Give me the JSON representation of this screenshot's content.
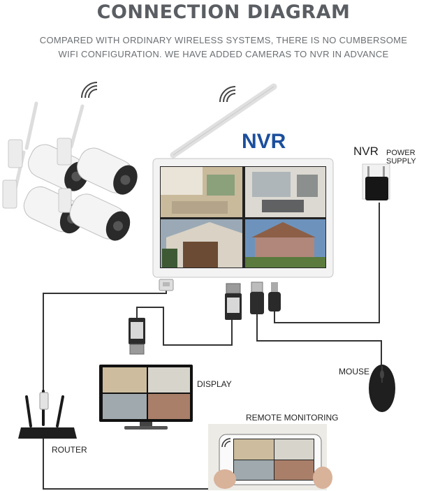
{
  "header": {
    "title": "CONNECTION DIAGRAM",
    "subtitle_line1": "COMPARED WITH ORDINARY WIRELESS SYSTEMS, THERE IS NO CUMBERSOME",
    "subtitle_line2": "WIFI CONFIGURATION. WE HAVE ADDED CAMERAS TO NVR IN ADVANCE"
  },
  "labels": {
    "nvr": "NVR",
    "nvr_power_prefix": "NVR",
    "power_supply": "POWER SUPPLY",
    "display": "DISPLAY",
    "mouse": "MOUSE",
    "remote_monitoring": "REMOTE MONITORING",
    "router": "ROUTER"
  },
  "icons": [
    "wifi-icon",
    "camera-icon",
    "nvr-monitor-icon",
    "power-adapter-icon",
    "hdmi-plug-icon",
    "usb-plug-icon",
    "dc-plug-icon",
    "ethernet-plug-icon",
    "display-monitor-icon",
    "mouse-icon",
    "router-icon",
    "smartphone-icon"
  ],
  "colors": {
    "title": "#5a5e63",
    "nvr_label": "#1c4f9c",
    "cable": "#333333"
  }
}
